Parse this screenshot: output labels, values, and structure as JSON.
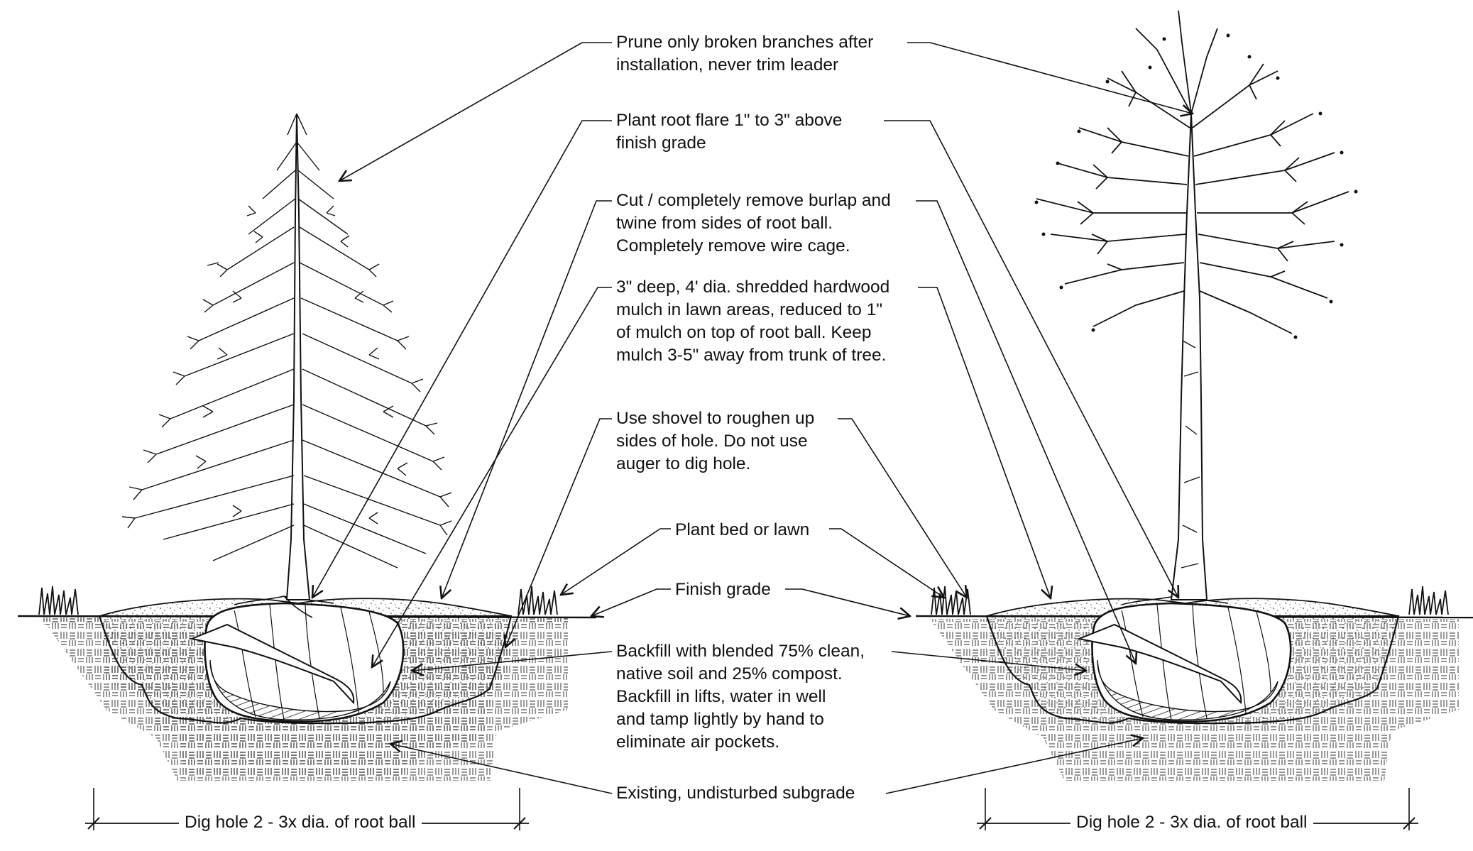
{
  "labels": {
    "prune": "Prune only broken branches after\ninstallation, never trim leader",
    "root_flare": "Plant root flare 1\" to 3\" above\nfinish grade",
    "burlap": "Cut / completely remove burlap and\ntwine from sides of root ball.\nCompletely remove wire cage.",
    "mulch": "3\" deep, 4' dia. shredded hardwood\nmulch in lawn areas, reduced to 1\"\nof mulch on top of root ball. Keep\nmulch 3-5\" away from trunk of tree.",
    "shovel": "Use shovel to roughen up\nsides of hole. Do not use\nauger to dig hole.",
    "plant_bed": "Plant bed or lawn",
    "finish_grade": "Finish grade",
    "backfill": "Backfill with blended 75% clean,\nnative soil and 25% compost.\nBackfill in lifts, water in well\nand tamp lightly by hand to\neliminate air pockets.",
    "subgrade": "Existing, undisturbed subgrade"
  },
  "dimensions": {
    "left": "Dig hole 2 - 3x dia. of root ball",
    "right": "Dig hole 2 - 3x dia. of root ball"
  },
  "colors": {
    "ink": "#111111",
    "paper": "#ffffff"
  }
}
